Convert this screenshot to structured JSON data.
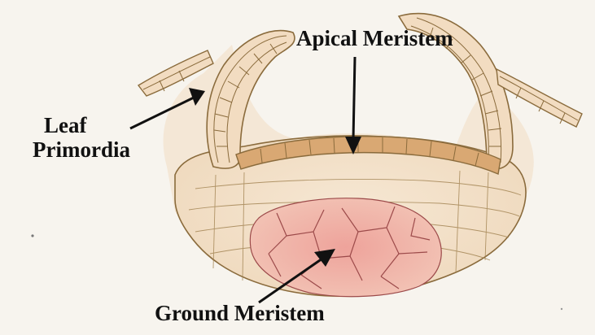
{
  "labels": {
    "apical_meristem": "Apical Meristem",
    "leaf_primordia_line1": "Leaf",
    "leaf_primordia_line2": "Primordia",
    "ground_meristem": "Ground Meristem"
  },
  "colors": {
    "background": "#f7f4ee",
    "cell_outline": "#8a6b3c",
    "wall_tint": "#e8c9a2",
    "apical_band": "#d9a873",
    "ground_cells": "#e79a94",
    "ground_outline": "#9c4a4a",
    "arrow": "#111111"
  }
}
